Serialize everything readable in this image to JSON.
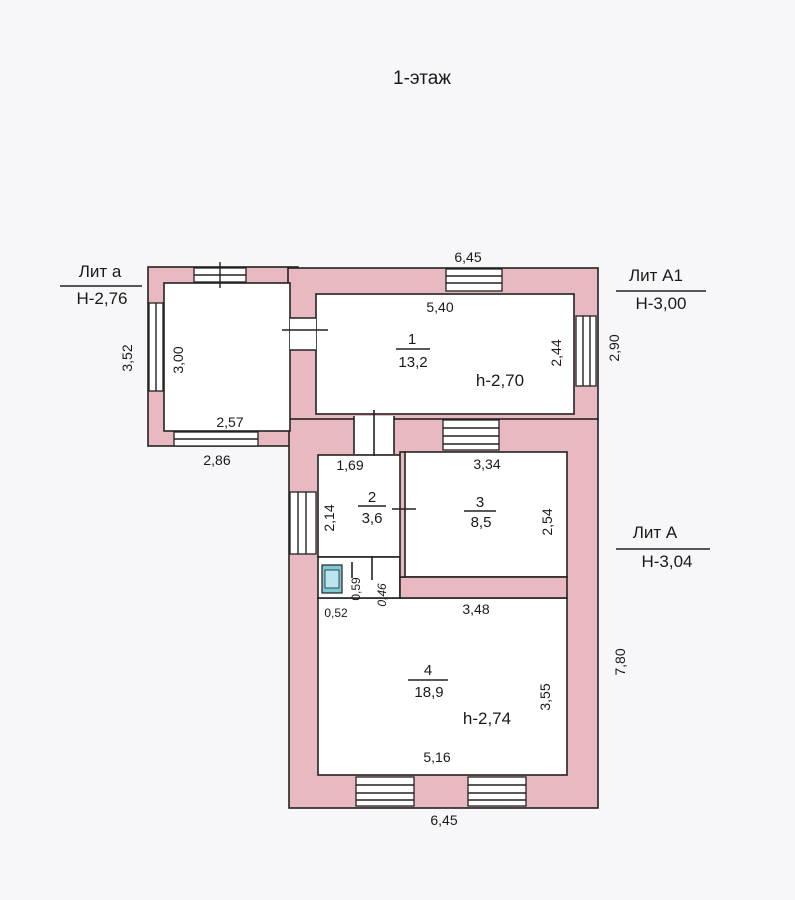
{
  "title": "1-этаж",
  "liters": {
    "a": {
      "name": "Лит  а",
      "height": "Н-2,76"
    },
    "a1": {
      "name": "Лит  А1",
      "height": "Н-3,00"
    },
    "A": {
      "name": "Лит  А",
      "height": "Н-3,04"
    }
  },
  "rooms": [
    {
      "number": "1",
      "area": "13,2",
      "ceiling": "h-2,70"
    },
    {
      "number": "2",
      "area": "3,6"
    },
    {
      "number": "3",
      "area": "8,5"
    },
    {
      "number": "4",
      "area": "18,9",
      "ceiling": "h-2,74"
    }
  ],
  "dimensions": {
    "a1_outer_width": "6,45",
    "room1_inner_width": "5,40",
    "room1_depth": "2,44",
    "a1_outer_depth": "2,90",
    "a_outer_depth": "3,52",
    "a_inner_depth": "3,00",
    "a_inner_width": "2,57",
    "a_outer_width": "2,86",
    "room2_width": "1,69",
    "room2_depth": "2,14",
    "room3_width": "3,34",
    "room3_depth": "2,54",
    "bath_depth": "0,59",
    "bath_width": "0,52",
    "partition": "0,46",
    "room4_top_width": "3,48",
    "room4_depth": "3,55",
    "room4_width": "5,16",
    "A_outer_depth": "7,80",
    "A_outer_width": "6,45"
  }
}
